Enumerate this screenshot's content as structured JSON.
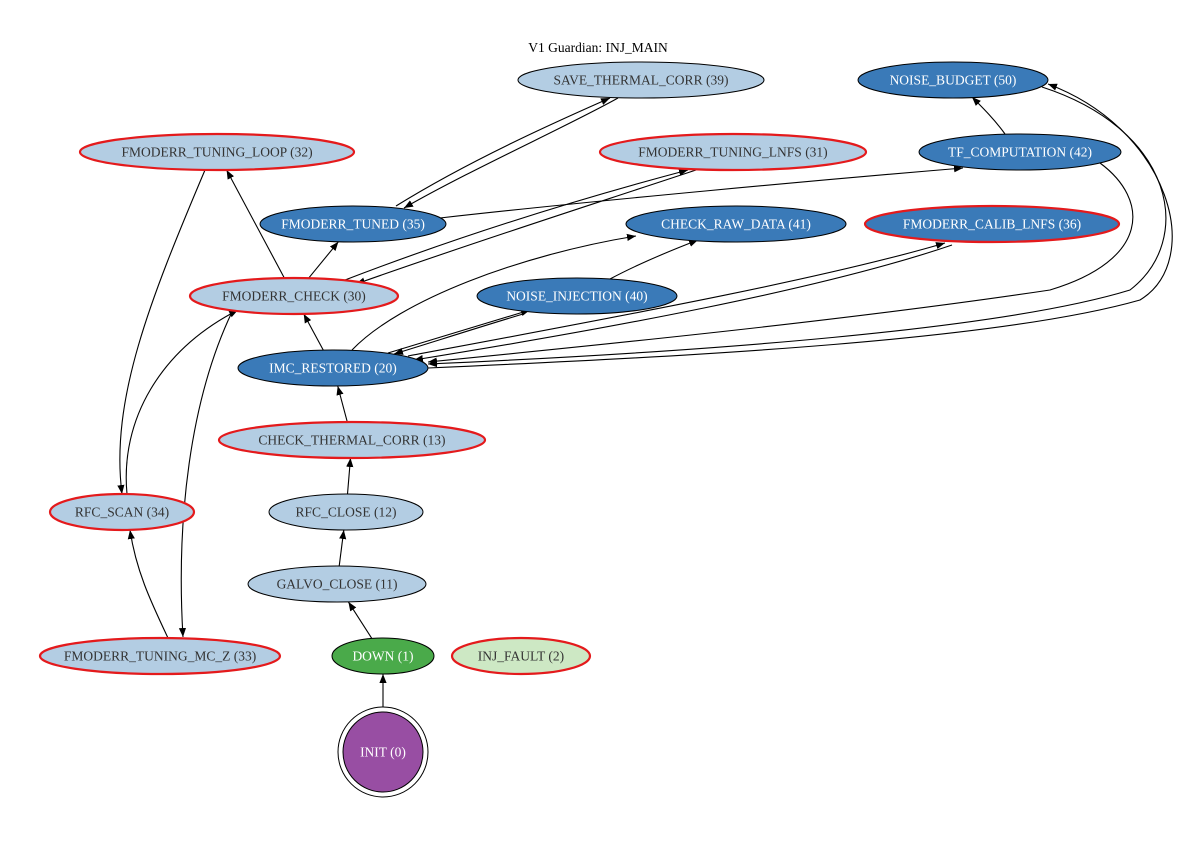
{
  "title": "V1 Guardian: INJ_MAIN",
  "styles": {
    "light": {
      "fill": "#b3cde3",
      "text": "#333333"
    },
    "dark": {
      "fill": "#3a7ab8",
      "text": "#ffffff"
    },
    "green": {
      "fill": "#4aaa4a",
      "text": "#ffffff"
    },
    "pale-green": {
      "fill": "#cde8c4",
      "text": "#333333"
    },
    "purple": {
      "fill": "#984ea3",
      "text": "#ffffff"
    },
    "fault_border": "#e41a1c"
  },
  "nodes": [
    {
      "id": "save_thermal_corr",
      "label": "SAVE_THERMAL_CORR (39)",
      "style": "light",
      "fault": false
    },
    {
      "id": "noise_budget",
      "label": "NOISE_BUDGET (50)",
      "style": "dark",
      "fault": false
    },
    {
      "id": "fmoderr_tuning_loop",
      "label": "FMODERR_TUNING_LOOP (32)",
      "style": "light",
      "fault": true
    },
    {
      "id": "fmoderr_tuning_lnfs",
      "label": "FMODERR_TUNING_LNFS (31)",
      "style": "light",
      "fault": true
    },
    {
      "id": "tf_computation",
      "label": "TF_COMPUTATION (42)",
      "style": "dark",
      "fault": false
    },
    {
      "id": "fmoderr_tuned",
      "label": "FMODERR_TUNED (35)",
      "style": "dark",
      "fault": false
    },
    {
      "id": "check_raw_data",
      "label": "CHECK_RAW_DATA (41)",
      "style": "dark",
      "fault": false
    },
    {
      "id": "fmoderr_calib_lnfs",
      "label": "FMODERR_CALIB_LNFS (36)",
      "style": "dark",
      "fault": true
    },
    {
      "id": "fmoderr_check",
      "label": "FMODERR_CHECK (30)",
      "style": "light",
      "fault": true
    },
    {
      "id": "noise_injection",
      "label": "NOISE_INJECTION (40)",
      "style": "dark",
      "fault": false
    },
    {
      "id": "imc_restored",
      "label": "IMC_RESTORED (20)",
      "style": "dark",
      "fault": false
    },
    {
      "id": "check_thermal_corr",
      "label": "CHECK_THERMAL_CORR (13)",
      "style": "light",
      "fault": true
    },
    {
      "id": "rfc_scan",
      "label": "RFC_SCAN (34)",
      "style": "light",
      "fault": true
    },
    {
      "id": "rfc_close",
      "label": "RFC_CLOSE (12)",
      "style": "light",
      "fault": false
    },
    {
      "id": "galvo_close",
      "label": "GALVO_CLOSE (11)",
      "style": "light",
      "fault": false
    },
    {
      "id": "fmoderr_tuning_mc_z",
      "label": "FMODERR_TUNING_MC_Z (33)",
      "style": "light",
      "fault": true
    },
    {
      "id": "down",
      "label": "DOWN (1)",
      "style": "green",
      "fault": false
    },
    {
      "id": "inj_fault",
      "label": "INJ_FAULT (2)",
      "style": "pale-green",
      "fault": true
    },
    {
      "id": "init",
      "label": "INIT (0)",
      "style": "purple",
      "fault": false
    }
  ],
  "edges": [
    [
      "init",
      "down"
    ],
    [
      "down",
      "galvo_close"
    ],
    [
      "galvo_close",
      "rfc_close"
    ],
    [
      "rfc_close",
      "check_thermal_corr"
    ],
    [
      "check_thermal_corr",
      "imc_restored"
    ],
    [
      "imc_restored",
      "fmoderr_check"
    ],
    [
      "fmoderr_check",
      "fmoderr_tuning_loop"
    ],
    [
      "fmoderr_check",
      "fmoderr_tuned"
    ],
    [
      "fmoderr_check",
      "fmoderr_tuning_lnfs"
    ],
    [
      "fmoderr_tuning_lnfs",
      "fmoderr_check"
    ],
    [
      "fmoderr_tuned",
      "save_thermal_corr"
    ],
    [
      "save_thermal_corr",
      "fmoderr_tuned"
    ],
    [
      "fmoderr_tuning_loop",
      "rfc_scan"
    ],
    [
      "rfc_scan",
      "fmoderr_check"
    ],
    [
      "fmoderr_check",
      "fmoderr_tuning_mc_z"
    ],
    [
      "fmoderr_tuning_mc_z",
      "rfc_scan"
    ],
    [
      "imc_restored",
      "noise_injection"
    ],
    [
      "noise_injection",
      "imc_restored"
    ],
    [
      "noise_injection",
      "check_raw_data"
    ],
    [
      "imc_restored",
      "check_raw_data"
    ],
    [
      "fmoderr_tuned",
      "tf_computation"
    ],
    [
      "tf_computation",
      "noise_budget"
    ],
    [
      "tf_computation",
      "imc_restored"
    ],
    [
      "imc_restored",
      "fmoderr_calib_lnfs"
    ],
    [
      "fmoderr_calib_lnfs",
      "imc_restored"
    ],
    [
      "noise_budget",
      "imc_restored"
    ],
    [
      "imc_restored",
      "noise_budget"
    ]
  ]
}
